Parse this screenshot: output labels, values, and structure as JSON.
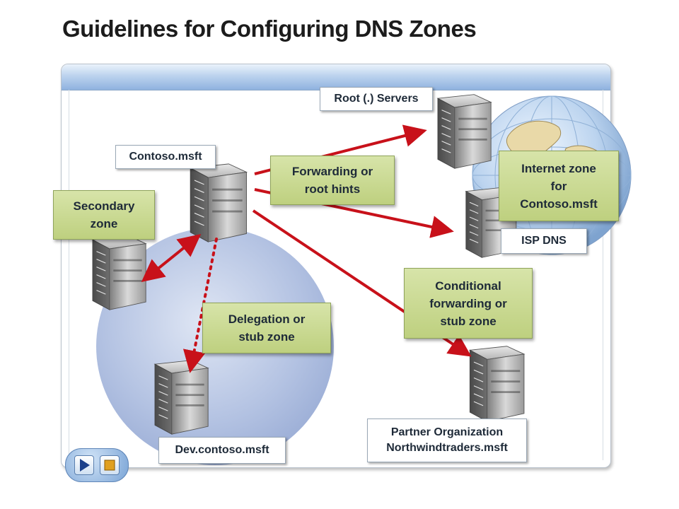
{
  "title": "Guidelines for Configuring DNS Zones",
  "labels": {
    "root_servers": "Root (.) Servers",
    "contoso": "Contoso.msft",
    "isp_dns": "ISP DNS",
    "dev_contoso": "Dev.contoso.msft",
    "partner": "Partner Organization\nNorthwindtraders.msft"
  },
  "notes": {
    "secondary_zone": "Secondary\nzone",
    "forwarding": "Forwarding or\nroot hints",
    "internet_zone": "Internet zone\nfor\nContoso.msft",
    "conditional": "Conditional\nforwarding or\nstub zone",
    "delegation": "Delegation or\nstub zone"
  },
  "colors": {
    "arrow": "#c8111a",
    "note_fill": "#c9d98f",
    "network_circle": "#a9b9dc",
    "panel_bar": "#a6c2e6"
  },
  "icons": {
    "server": "server-icon",
    "globe": "globe-icon",
    "play": "play-icon",
    "stop": "stop-icon"
  }
}
